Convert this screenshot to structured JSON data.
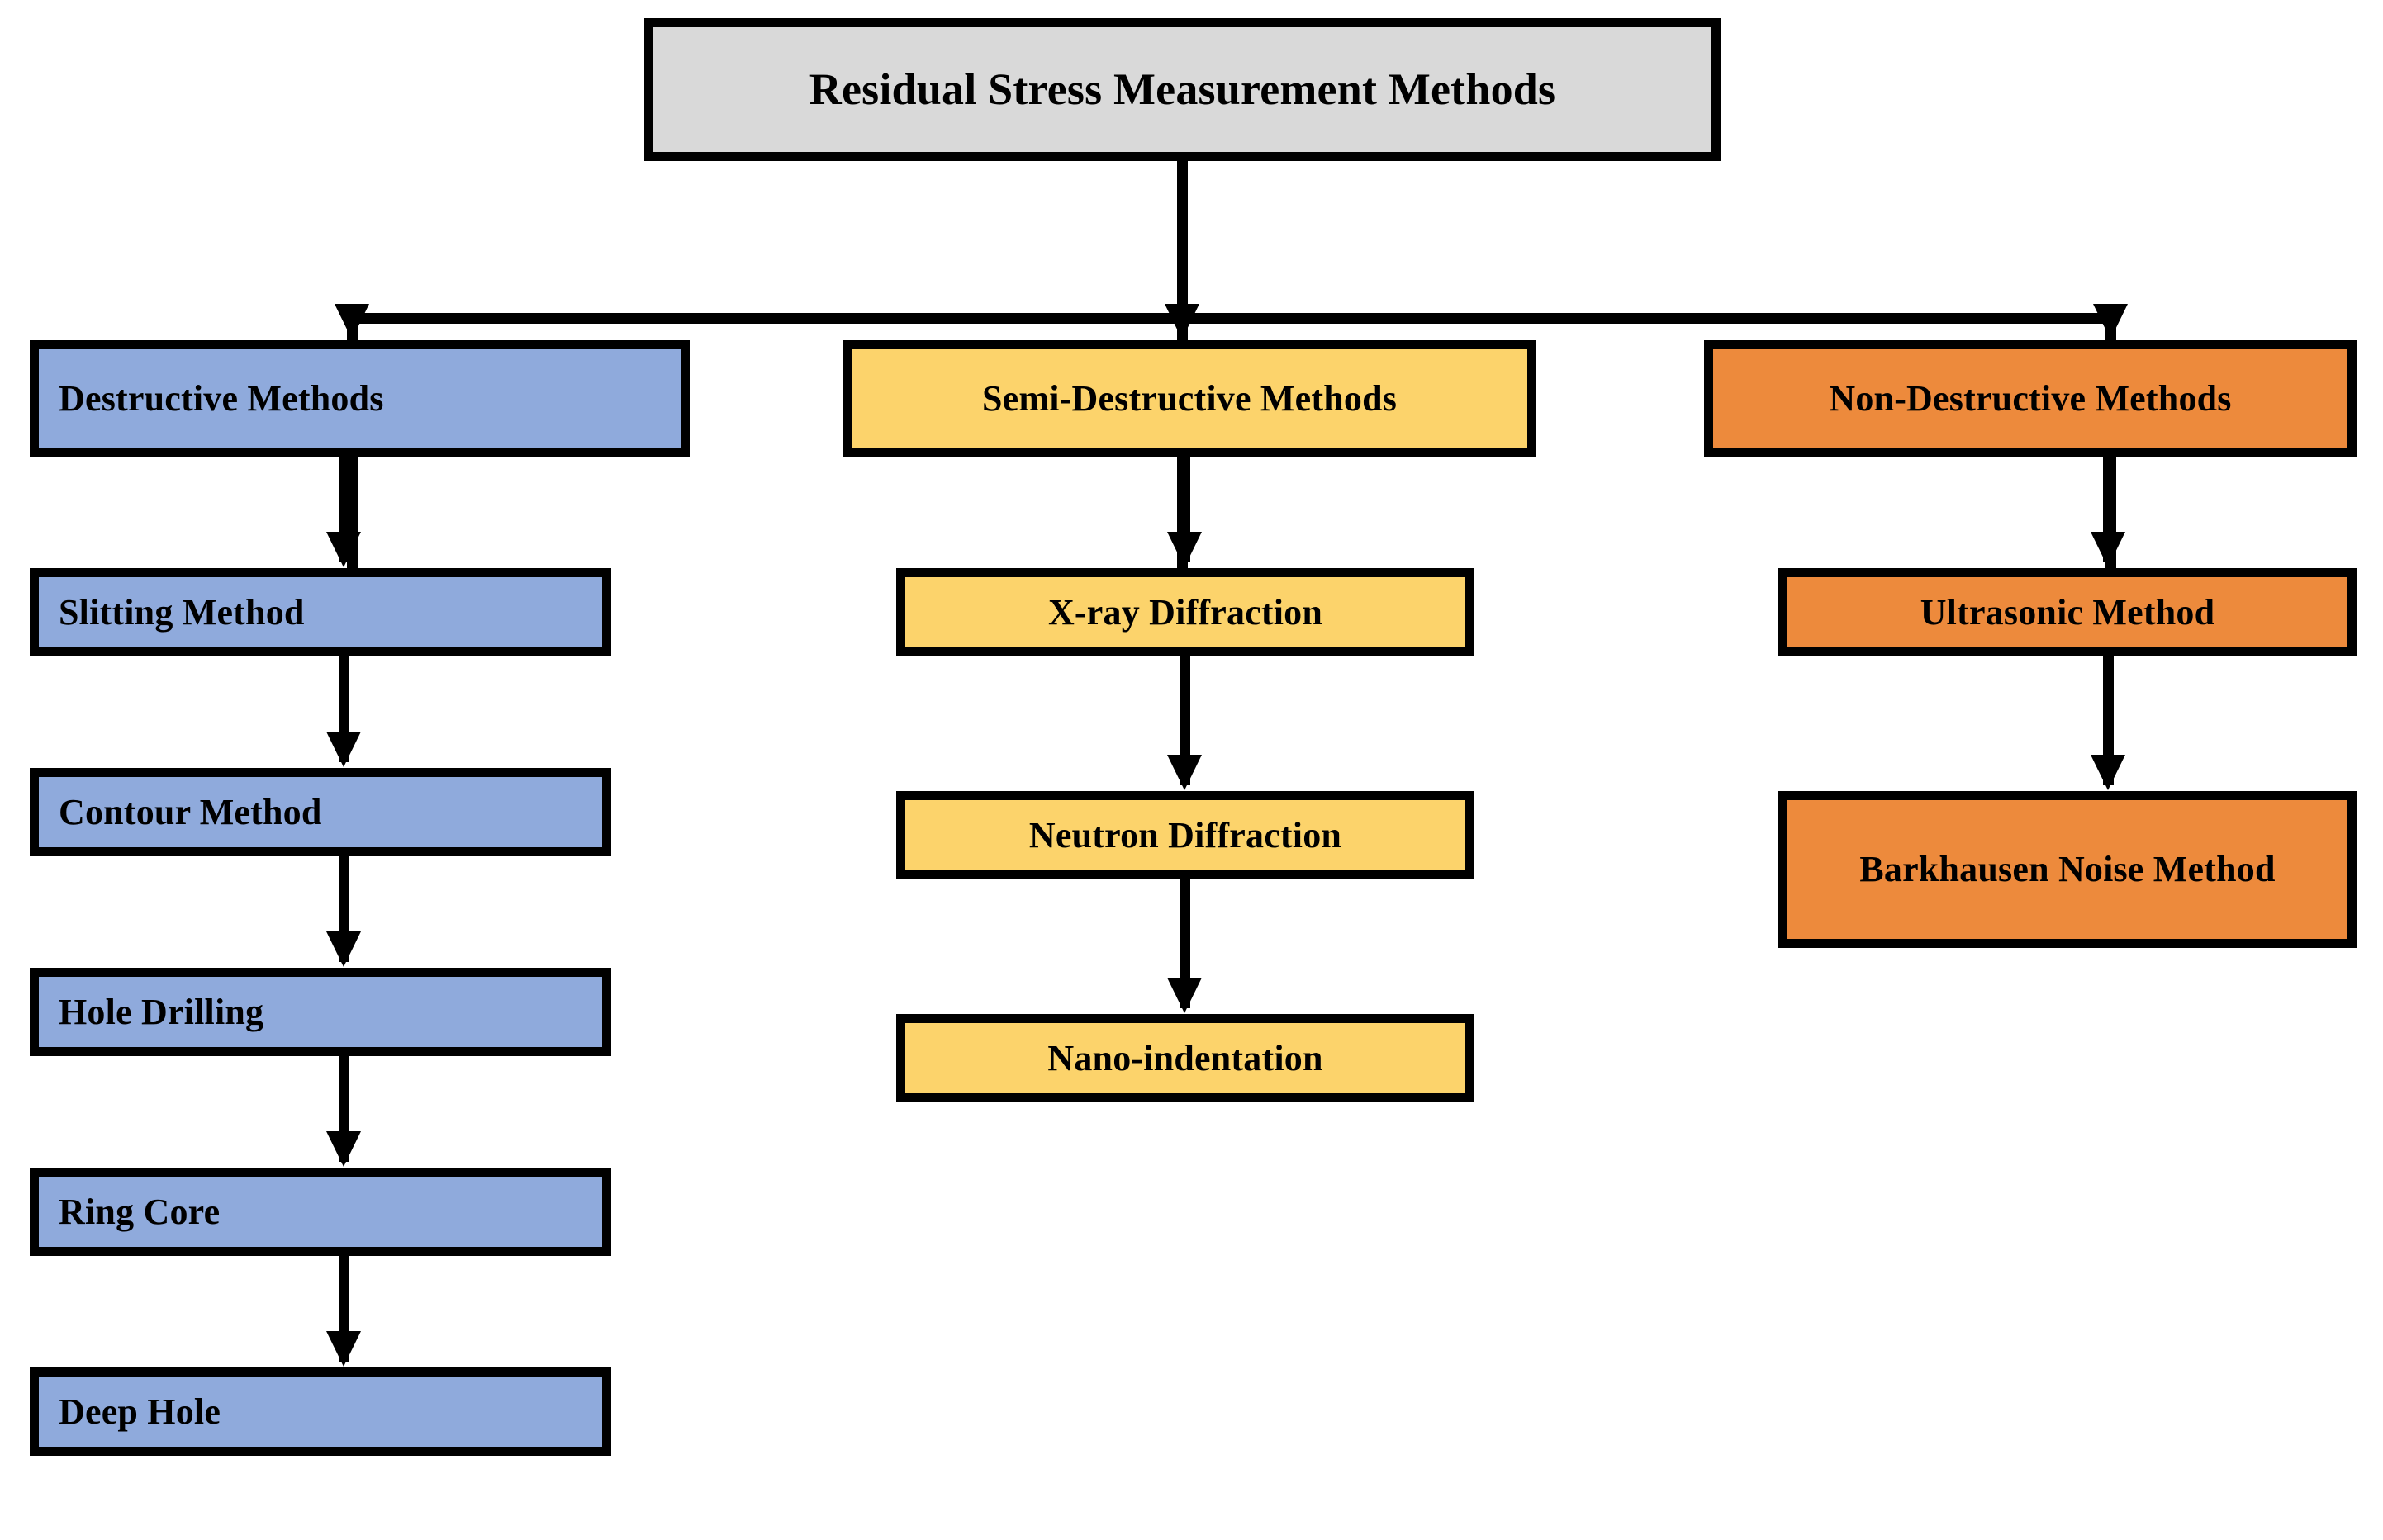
{
  "diagram": {
    "title": "Residual Stress Measurement Methods",
    "colors": {
      "root_fill": "#D9D9D9",
      "destructive_fill": "#8FAADC",
      "semi_destructive_fill": "#FCD36B",
      "non_destructive_fill": "#ED8A3C",
      "border": "#000000",
      "text": "#000000",
      "background": "#FFFFFF"
    },
    "root": {
      "label": "Residual Stress Measurement Methods"
    },
    "branches": [
      {
        "id": "destructive",
        "header": "Destructive Methods",
        "fill": "#8FAADC",
        "align": "left",
        "children": [
          {
            "label": "Slitting Method"
          },
          {
            "label": "Contour Method"
          },
          {
            "label": "Hole Drilling"
          },
          {
            "label": "Ring Core"
          },
          {
            "label": "Deep Hole"
          }
        ]
      },
      {
        "id": "semi-destructive",
        "header": "Semi-Destructive Methods",
        "fill": "#FCD36B",
        "align": "center",
        "children": [
          {
            "label": "X-ray Diffraction"
          },
          {
            "label": "Neutron Diffraction"
          },
          {
            "label": "Nano-indentation"
          }
        ]
      },
      {
        "id": "non-destructive",
        "header": "Non-Destructive Methods",
        "fill": "#ED8A3C",
        "align": "center",
        "children": [
          {
            "label": "Ultrasonic Method"
          },
          {
            "label": "Barkhausen Noise Method"
          }
        ]
      }
    ]
  }
}
